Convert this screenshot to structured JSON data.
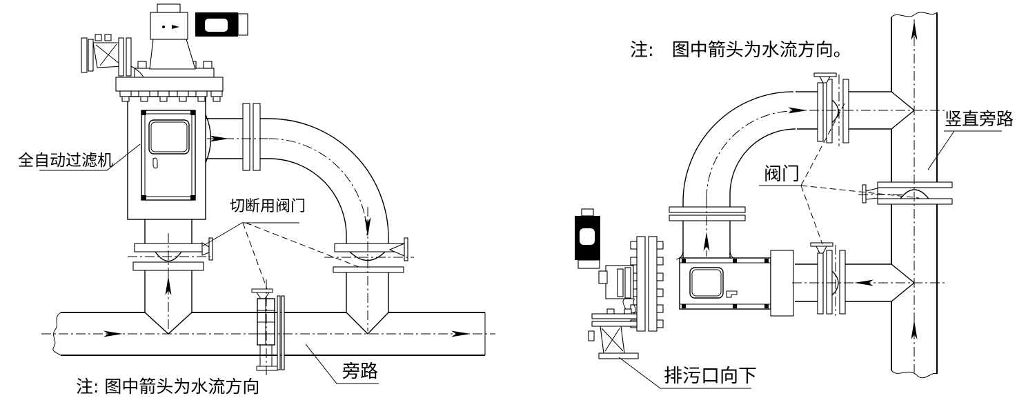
{
  "colors": {
    "line": "#000000",
    "background": "#ffffff"
  },
  "left_diagram": {
    "description": "horizontal-pipeline-installation",
    "labels": {
      "filter_machine": "全自动过滤机",
      "shutoff_valve": "切断用阀门",
      "bypass": "旁路",
      "flow_note": "注: 图中箭头为水流方向"
    }
  },
  "right_diagram": {
    "description": "vertical-pipeline-installation",
    "labels": {
      "flow_note": "注:　图中箭头为水流方向。",
      "valve": "阀门",
      "vertical_bypass": "竖直旁路",
      "drain_down": "排污口向下"
    }
  }
}
